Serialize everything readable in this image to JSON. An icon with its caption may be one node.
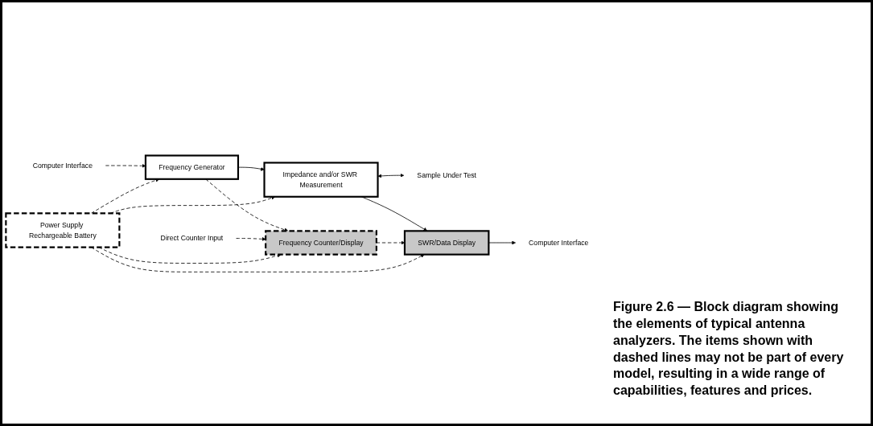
{
  "diagram": {
    "caption": "Figure 2.6 — Block diagram showing the elements of typical antenna analyzers. The items shown with dashed lines may not be part of every model, resulting in a wide range of capabilities, features and prices.",
    "nodes": [
      {
        "text": [
          "Computer Interface"
        ]
      },
      {
        "text": [
          "Frequency Generator"
        ]
      },
      {
        "text": [
          "Impedance and/or SWR Measurement"
        ]
      },
      {
        "text": [
          "Sample Under Test"
        ]
      },
      {
        "text": [
          "Direct Counter Input"
        ]
      },
      {
        "text": [
          "Frequency Counter/Display"
        ]
      },
      {
        "text": [
          "SWR/Data Display"
        ]
      },
      {
        "text": [
          "Computer Interface"
        ]
      },
      {
        "text": [
          "Power Supply Rechargeable Battery"
        ]
      }
    ],
    "edges": [
      {
        "from": 0,
        "to": 1,
        "arrow": "to",
        "style": "dashed"
      },
      {
        "from": 1,
        "to": 2,
        "arrow": "to"
      },
      {
        "from": 2,
        "to": 3,
        "arrow": "both"
      },
      {
        "from": 1,
        "to": 5,
        "arrow": "to",
        "style": "dashed"
      },
      {
        "from": 2,
        "to": 6,
        "arrow": "to"
      },
      {
        "from": 4,
        "to": 5,
        "arrow": "to",
        "style": "dashed"
      },
      {
        "from": 5,
        "to": 6,
        "arrow": "to",
        "style": "dashed"
      },
      {
        "from": 6,
        "to": 7,
        "arrow": "to"
      },
      {
        "from": 8,
        "to": 1,
        "arrow": "to",
        "style": "dashed"
      },
      {
        "from": 8,
        "to": 2,
        "arrow": "to",
        "style": "dashed"
      },
      {
        "from": 8,
        "to": 5,
        "arrow": "to",
        "style": "dashed"
      },
      {
        "from": 8,
        "to": 6,
        "arrow": "to",
        "style": "dashed"
      }
    ]
  }
}
